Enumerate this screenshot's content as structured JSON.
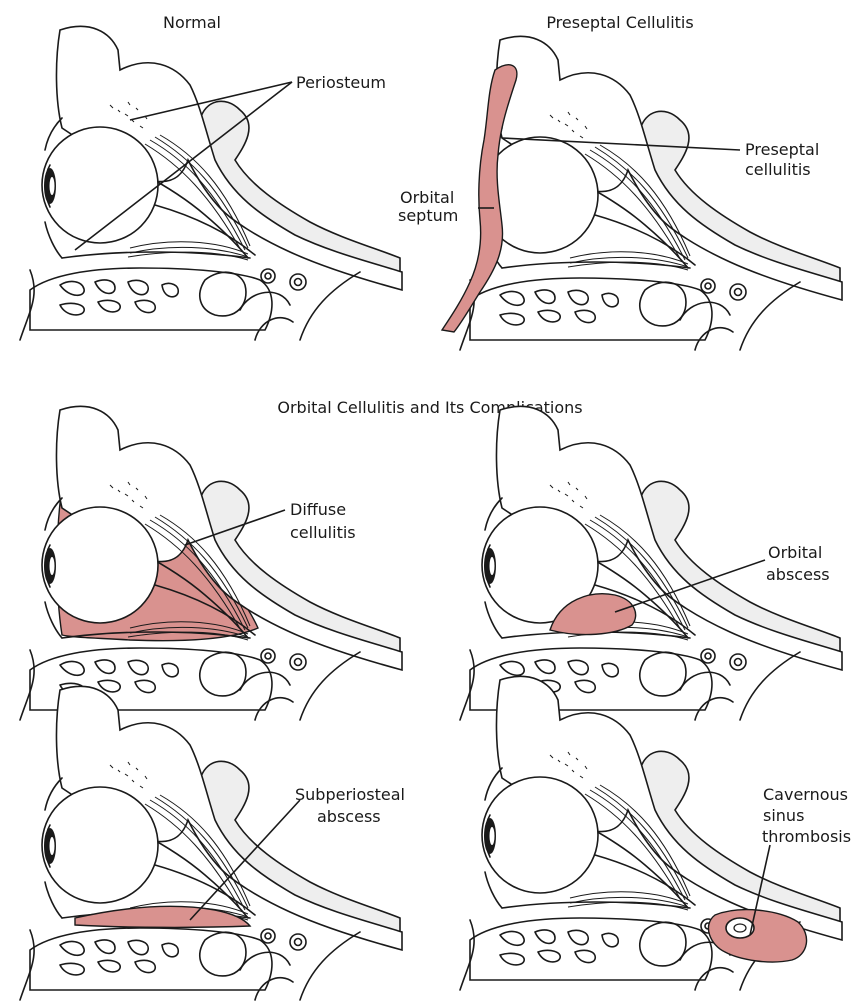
{
  "colors": {
    "inflammation": "#d9928f",
    "outline": "#1a1a1a",
    "brain": "#eeeeee"
  },
  "titles": {
    "normal": "Normal",
    "preseptal": "Preseptal Cellulitis",
    "orbital": "Orbital Cellulitis and Its Complications"
  },
  "labels": {
    "periosteum": "Periosteum",
    "preseptal_cellulitis_line1": "Preseptal",
    "preseptal_cellulitis_line2": "cellulitis",
    "orbital_septum_line1": "Orbital",
    "orbital_septum_line2": "septum",
    "diffuse_line1": "Diffuse",
    "diffuse_line2": "cellulitis",
    "orbital_abscess_line1": "Orbital",
    "orbital_abscess_line2": "abscess",
    "subperiosteal_line1": "Subperiosteal",
    "subperiosteal_line2": "abscess",
    "cavernous_line1": "Cavernous",
    "cavernous_line2": "sinus",
    "cavernous_line3": "thrombosis"
  }
}
